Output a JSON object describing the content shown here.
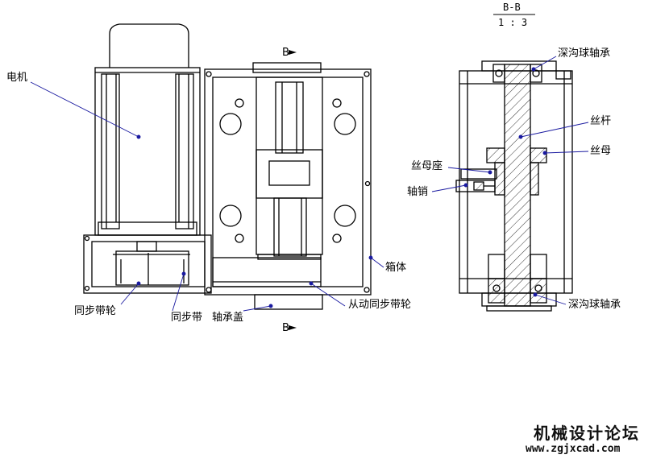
{
  "section": {
    "title": "B-B",
    "scale": "1 : 3"
  },
  "labels": {
    "motor": "电机",
    "sync_pulley": "同步带轮",
    "sync_belt": "同步带",
    "bearing_cap": "轴承盖",
    "driven_pulley": "从动同步带轮",
    "box": "箱体",
    "cut_mark_top": "B",
    "cut_mark_bottom": "B",
    "bearing_top": "深沟球轴承",
    "lead_screw": "丝杆",
    "nut_seat": "丝母座",
    "nut": "丝母",
    "pin": "轴销",
    "bearing_bottom": "深沟球轴承"
  },
  "watermark": {
    "title": "机械设计论坛",
    "url": "www.zgjxcad.com"
  },
  "colors": {
    "line": "#000000",
    "leader": "#1a1aa0",
    "background": "#ffffff"
  }
}
